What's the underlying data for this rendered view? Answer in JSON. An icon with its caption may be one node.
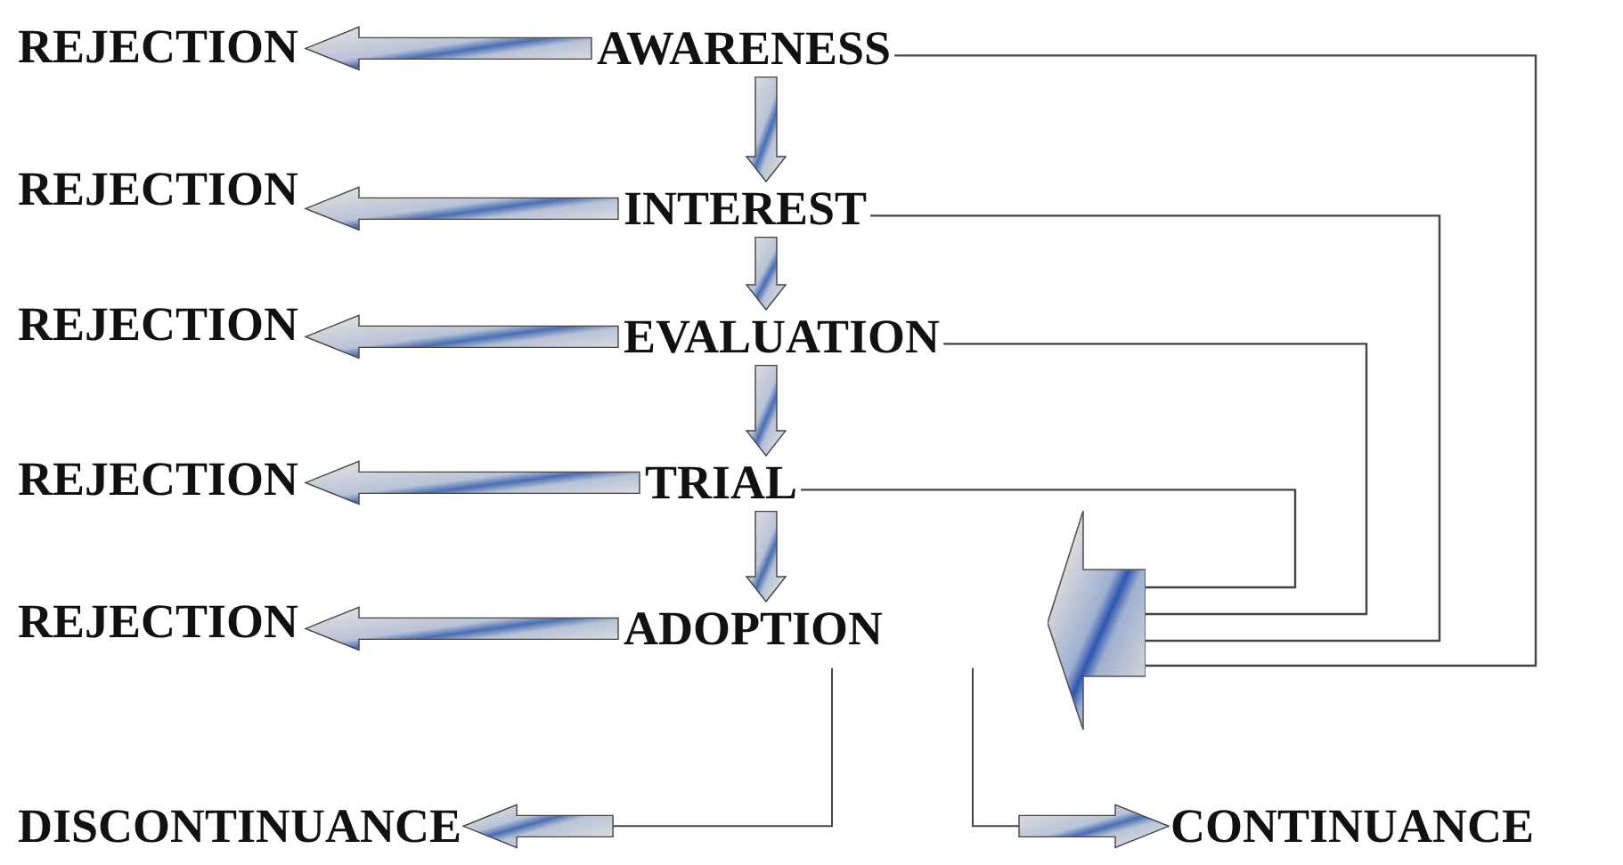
{
  "diagram": {
    "nodes": [
      {
        "text": [
          "REJECTION"
        ]
      },
      {
        "text": [
          "AWARENESS"
        ]
      },
      {
        "text": [
          "REJECTION"
        ]
      },
      {
        "text": [
          "INTEREST"
        ]
      },
      {
        "text": [
          "REJECTION"
        ]
      },
      {
        "text": [
          "EVALUATION"
        ]
      },
      {
        "text": [
          "REJECTION"
        ]
      },
      {
        "text": [
          "TRIAL"
        ]
      },
      {
        "text": [
          "REJECTION"
        ]
      },
      {
        "text": [
          "ADOPTION"
        ]
      },
      {
        "text": [],
        "shape": "arrow"
      },
      {
        "text": [
          "DISCONTINUANCE"
        ]
      },
      {
        "text": [
          "CONTINUANCE"
        ]
      }
    ],
    "edges": [
      {
        "from": 1,
        "to": 3,
        "arrow": "to"
      },
      {
        "from": 3,
        "to": 5,
        "arrow": "to"
      },
      {
        "from": 5,
        "to": 7,
        "arrow": "to"
      },
      {
        "from": 7,
        "to": 9,
        "arrow": "to"
      },
      {
        "from": 1,
        "to": 0,
        "arrow": "to"
      },
      {
        "from": 3,
        "to": 2,
        "arrow": "to"
      },
      {
        "from": 5,
        "to": 4,
        "arrow": "to"
      },
      {
        "from": 7,
        "to": 6,
        "arrow": "to"
      },
      {
        "from": 9,
        "to": 8,
        "arrow": "to"
      },
      {
        "from": 9,
        "to": 11,
        "arrow": "to"
      },
      {
        "from": 9,
        "to": 12,
        "arrow": "to"
      },
      {
        "from": 1,
        "to": 10,
        "arrow": "none"
      },
      {
        "from": 3,
        "to": 10,
        "arrow": "none"
      },
      {
        "from": 5,
        "to": 10,
        "arrow": "none"
      },
      {
        "from": 7,
        "to": 10,
        "arrow": "none"
      }
    ]
  }
}
